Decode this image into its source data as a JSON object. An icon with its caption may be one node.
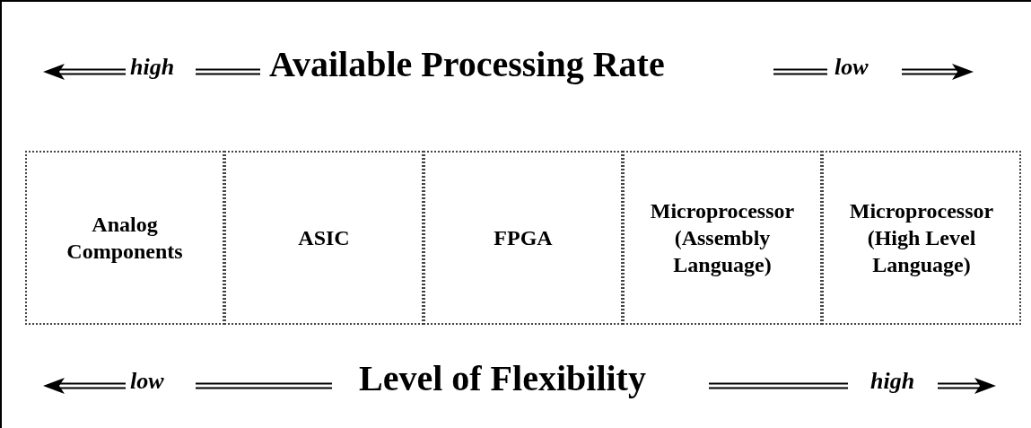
{
  "diagram": {
    "nodes": [
      {
        "text": [
          "Analog Components"
        ]
      },
      {
        "text": [
          "ASIC"
        ]
      },
      {
        "text": [
          "FPGA"
        ]
      },
      {
        "text": [
          "Microprocessor (Assembly Language)"
        ]
      },
      {
        "text": [
          "Microprocessor (High Level Language)"
        ]
      }
    ],
    "labels": [
      "high",
      "Available Processing Rate",
      "low",
      "low",
      "Level of Flexibility",
      "high"
    ]
  }
}
